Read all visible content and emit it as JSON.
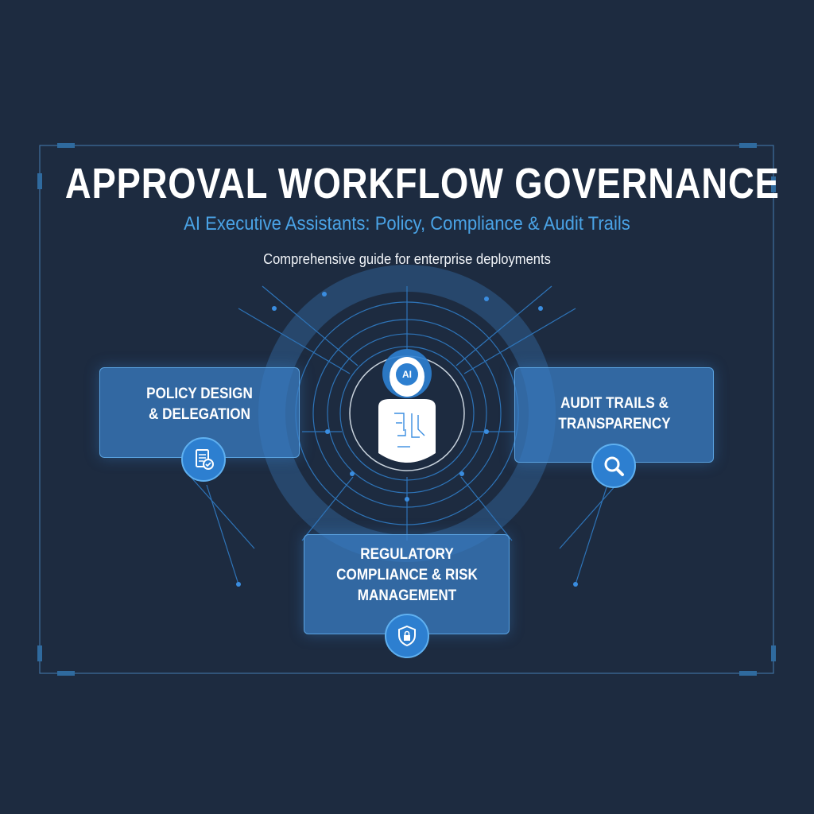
{
  "header": {
    "title": "APPROVAL WORKFLOW GOVERNANCE",
    "subtitle": "AI Executive Assistants: Policy, Compliance & Audit Trails",
    "tagline": "Comprehensive guide for enterprise deployments"
  },
  "center": {
    "badge_label": "AI",
    "icon": "ai-assistant-person-icon"
  },
  "pillars": [
    {
      "label": "POLICY DESIGN & DELEGATION",
      "icon": "document-check-icon"
    },
    {
      "label": "AUDIT TRAILS & TRANSPARENCY",
      "icon": "magnifier-icon"
    },
    {
      "label": "REGULATORY COMPLIANCE & RISK MANAGEMENT",
      "icon": "shield-lock-icon"
    }
  ],
  "colors": {
    "background": "#1d2b40",
    "accent": "#4aa3e6",
    "box": "#3a80c8"
  }
}
